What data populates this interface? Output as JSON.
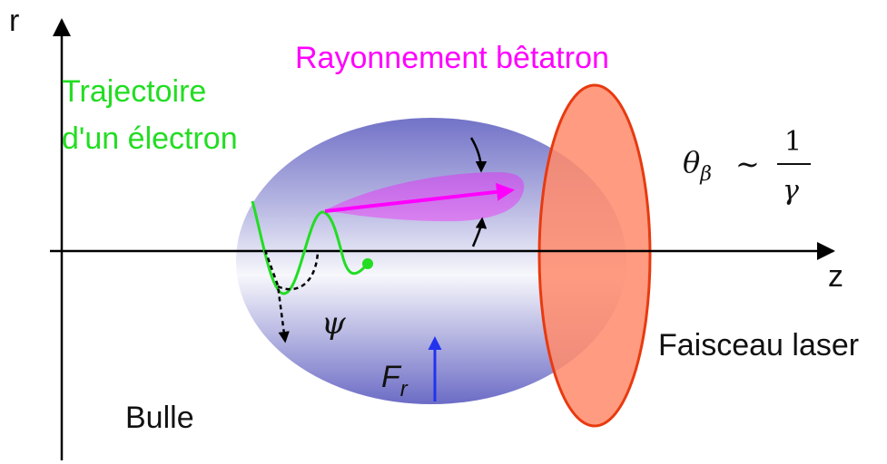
{
  "axes": {
    "r_label": "r",
    "z_label": "z"
  },
  "labels": {
    "radiation": "Rayonnement bêtatron",
    "trajectory_line1": "Trajectoire",
    "trajectory_line2": "d'un électron",
    "laser": "Faisceau laser",
    "bubble": "Bulle",
    "force_symbol": "F",
    "force_subscript": "r",
    "psi": "ψ",
    "theta": "θ",
    "theta_subscript": "β",
    "sim": "∼",
    "frac_num": "1",
    "frac_den": "γ"
  },
  "colors": {
    "radiation": "#ff00ff",
    "trajectory": "#22dd22",
    "laser_fill": "#ff8a6a",
    "laser_stroke": "#e83a10",
    "bubble_dark": "#7878cc",
    "bubble_light": "#f6f6fc",
    "force_arrow": "#2233ee",
    "text": "#111111"
  }
}
